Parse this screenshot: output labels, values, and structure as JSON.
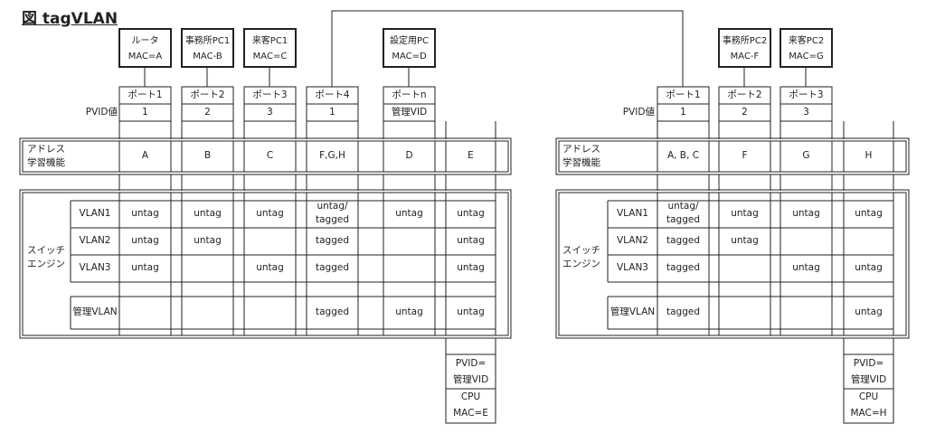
{
  "title": "図 tagVLAN",
  "switch1": {
    "devices": [
      {
        "name": "ルータ",
        "mac": "MAC=A"
      },
      {
        "name": "事務所PC1",
        "mac": "MAC-B"
      },
      {
        "name": "来客PC1",
        "mac": "MAC=C"
      },
      {
        "name": "設定用PC",
        "mac": "MAC=D"
      }
    ],
    "pvid_label": "PVID値",
    "ports": [
      {
        "name": "ポート1",
        "pvid": "1"
      },
      {
        "name": "ポート2",
        "pvid": "2"
      },
      {
        "name": "ポート3",
        "pvid": "3"
      },
      {
        "name": "ポート4",
        "pvid": "1"
      },
      {
        "name": "ポートn",
        "pvid": "管理VID"
      }
    ],
    "addr_label": [
      "アドレス",
      "学習機能"
    ],
    "addr_values": [
      "A",
      "B",
      "C",
      "F,G,H",
      "D",
      "E"
    ],
    "switch_label": [
      "スイッチ",
      "エンジン"
    ],
    "vlans": [
      {
        "name": "VLAN1",
        "cells": [
          "untag",
          "untag",
          "untag",
          "untag/ tagged",
          "untag",
          "untag"
        ]
      },
      {
        "name": "VLAN2",
        "cells": [
          "untag",
          "untag",
          "",
          "tagged",
          "",
          "untag"
        ]
      },
      {
        "name": "VLAN3",
        "cells": [
          "untag",
          "",
          "untag",
          "tagged",
          "",
          "untag"
        ]
      },
      {
        "name": "管理VLAN",
        "cells": [
          "",
          "",
          "",
          "tagged",
          "untag",
          "untag"
        ]
      }
    ],
    "cpu": {
      "pvid": "PVID=",
      "vid": "管理VID",
      "cpu": "CPU",
      "mac": "MAC=E"
    }
  },
  "switch2": {
    "devices": [
      {
        "name": "事務所PC2",
        "mac": "MAC-F"
      },
      {
        "name": "来客PC2",
        "mac": "MAC=G"
      }
    ],
    "pvid_label": "PVID値",
    "ports": [
      {
        "name": "ポート1",
        "pvid": "1"
      },
      {
        "name": "ポート2",
        "pvid": "2"
      },
      {
        "name": "ポート3",
        "pvid": "3"
      }
    ],
    "addr_label": [
      "アドレス",
      "学習機能"
    ],
    "addr_values": [
      "A, B, C",
      "F",
      "G",
      "H"
    ],
    "switch_label": [
      "スイッチ",
      "エンジン"
    ],
    "vlans": [
      {
        "name": "VLAN1",
        "cells": [
          "untag/ tagged",
          "untag",
          "untag",
          "untag"
        ]
      },
      {
        "name": "VLAN2",
        "cells": [
          "tagged",
          "untag",
          "",
          ""
        ]
      },
      {
        "name": "VLAN3",
        "cells": [
          "tagged",
          "",
          "untag",
          "untag"
        ]
      },
      {
        "name": "管理VLAN",
        "cells": [
          "tagged",
          "",
          "",
          "untag"
        ]
      }
    ],
    "cpu": {
      "pvid": "PVID=",
      "vid": "管理VID",
      "cpu": "CPU",
      "mac": "MAC=H"
    }
  }
}
